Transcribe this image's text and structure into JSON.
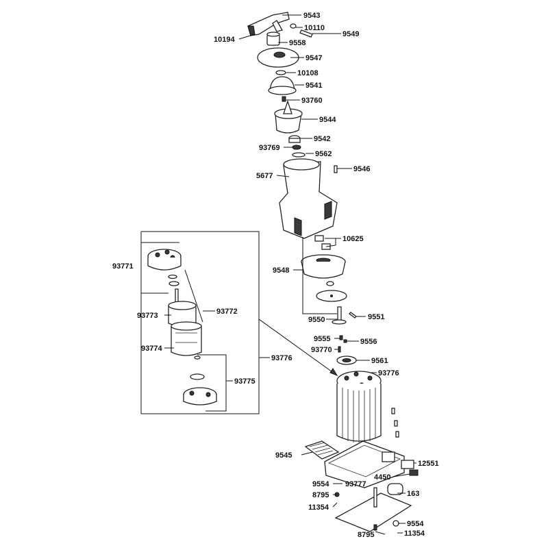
{
  "diagram": {
    "labels": {
      "l9543": "9543",
      "l10110": "10110",
      "l9549": "9549",
      "l10194": "10194",
      "l9558": "9558",
      "l9547": "9547",
      "l10108": "10108",
      "l9541": "9541",
      "l93760": "93760",
      "l9544": "9544",
      "l9542": "9542",
      "l93769": "93769",
      "l9562": "9562",
      "l5677": "5677",
      "l9546": "9546",
      "l10625": "10625",
      "l9548": "9548",
      "l9550": "9550",
      "l9551": "9551",
      "l9555": "9555",
      "l9556": "9556",
      "l93770": "93770",
      "l9561": "9561",
      "l93776": "93776",
      "l93771": "93771",
      "l93773": "93773",
      "l93772": "93772",
      "l93774": "93774",
      "l93775": "93775",
      "l93776b": "93776",
      "l9545": "9545",
      "l12551": "12551",
      "l4450": "4450",
      "l9554": "9554",
      "l93777": "93777",
      "l8795": "8795",
      "l163": "163",
      "l11354": "11354",
      "l9554b": "9554",
      "l8795b": "8795",
      "l11354b": "11354"
    }
  }
}
